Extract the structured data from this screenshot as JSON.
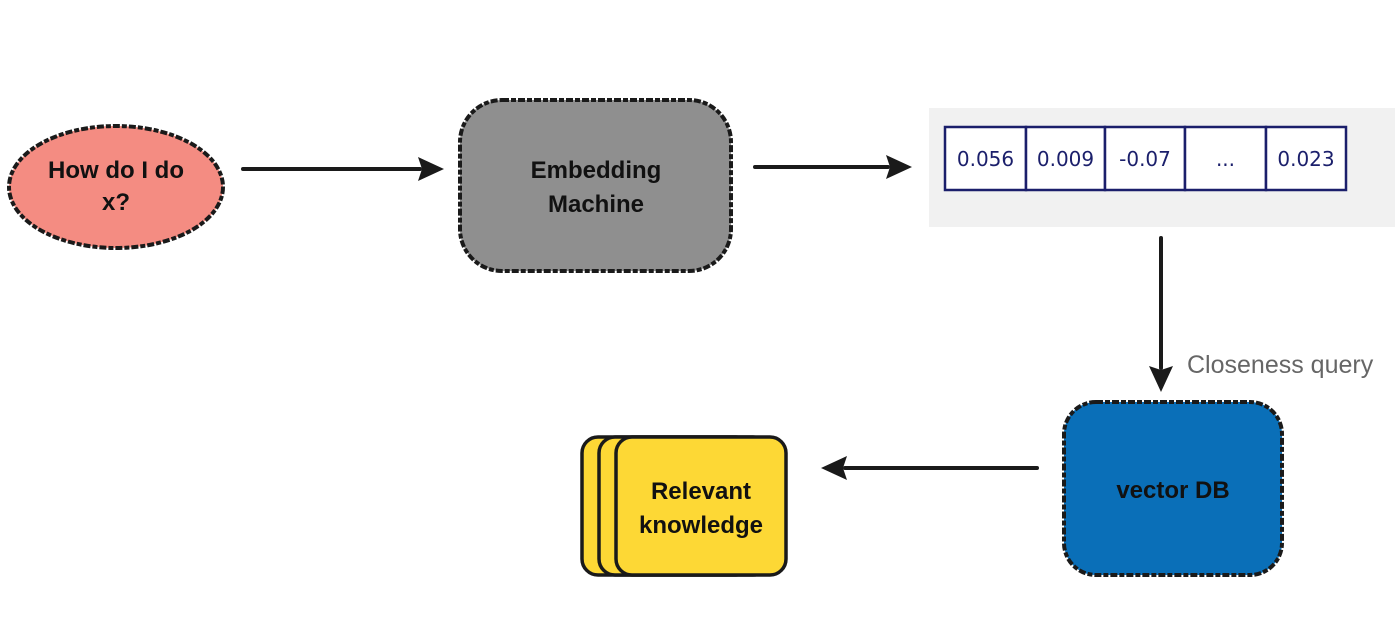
{
  "nodes": {
    "question": {
      "line1": "How do I do",
      "line2": "x?",
      "fill": "#f48c82"
    },
    "embedding": {
      "line1": "Embedding",
      "line2": "Machine",
      "fill": "#8f8f8f"
    },
    "vector_db": {
      "label": "vector DB",
      "fill": "#0a6fb8"
    },
    "knowledge": {
      "line1": "Relevant",
      "line2": "knowledge",
      "fill": "#fdd835"
    }
  },
  "embedding_vector": {
    "cells": [
      "0.056",
      "0.009",
      "-0.07",
      "...",
      "0.023"
    ],
    "border_color": "#1b1f6b",
    "panel_color": "#f1f1f1"
  },
  "edges": {
    "closeness_label": "Closeness query"
  }
}
